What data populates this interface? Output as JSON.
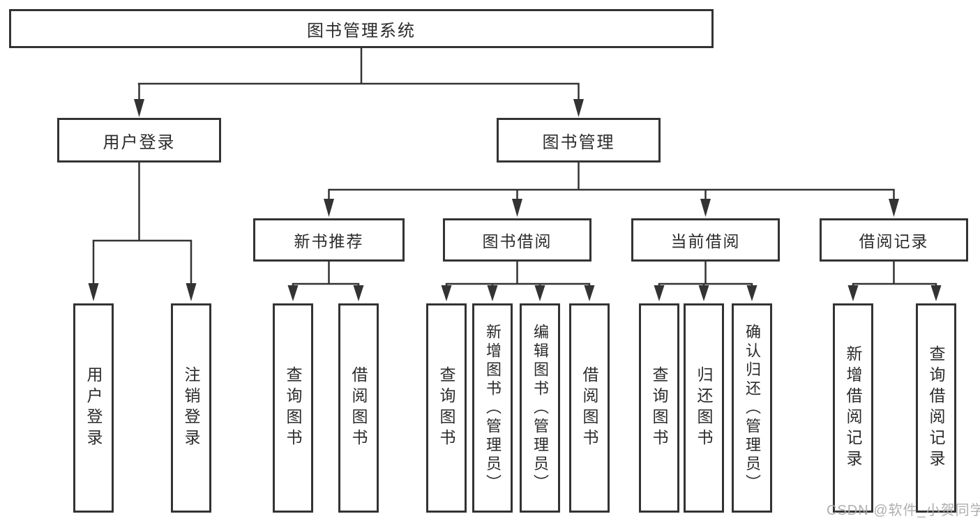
{
  "diagram_type": "hierarchy-tree",
  "tree": {
    "label": "图书管理系统",
    "children": [
      {
        "label": "用户登录",
        "children": [
          {
            "label": "用户登录"
          },
          {
            "label": "注销登录"
          }
        ]
      },
      {
        "label": "图书管理",
        "children": [
          {
            "label": "新书推荐",
            "children": [
              {
                "label": "查询图书"
              },
              {
                "label": "借阅图书"
              }
            ]
          },
          {
            "label": "图书借阅",
            "children": [
              {
                "label": "查询图书"
              },
              {
                "label": "新增图书（管理员）"
              },
              {
                "label": "编辑图书（管理员）"
              },
              {
                "label": "借阅图书"
              }
            ]
          },
          {
            "label": "当前借阅",
            "children": [
              {
                "label": "查询图书"
              },
              {
                "label": "归还图书"
              },
              {
                "label": "确认归还（管理员）"
              }
            ]
          },
          {
            "label": "借阅记录",
            "children": [
              {
                "label": "新增借阅记录"
              },
              {
                "label": "查询借阅记录"
              }
            ]
          }
        ]
      }
    ]
  },
  "watermark": {
    "text": "CSDN @软件_小贺同学"
  },
  "colors": {
    "line": "#333333",
    "box_border": "#333333",
    "text": "#2b2b2b",
    "background": "#ffffff",
    "watermark": "#a8a8a8"
  }
}
